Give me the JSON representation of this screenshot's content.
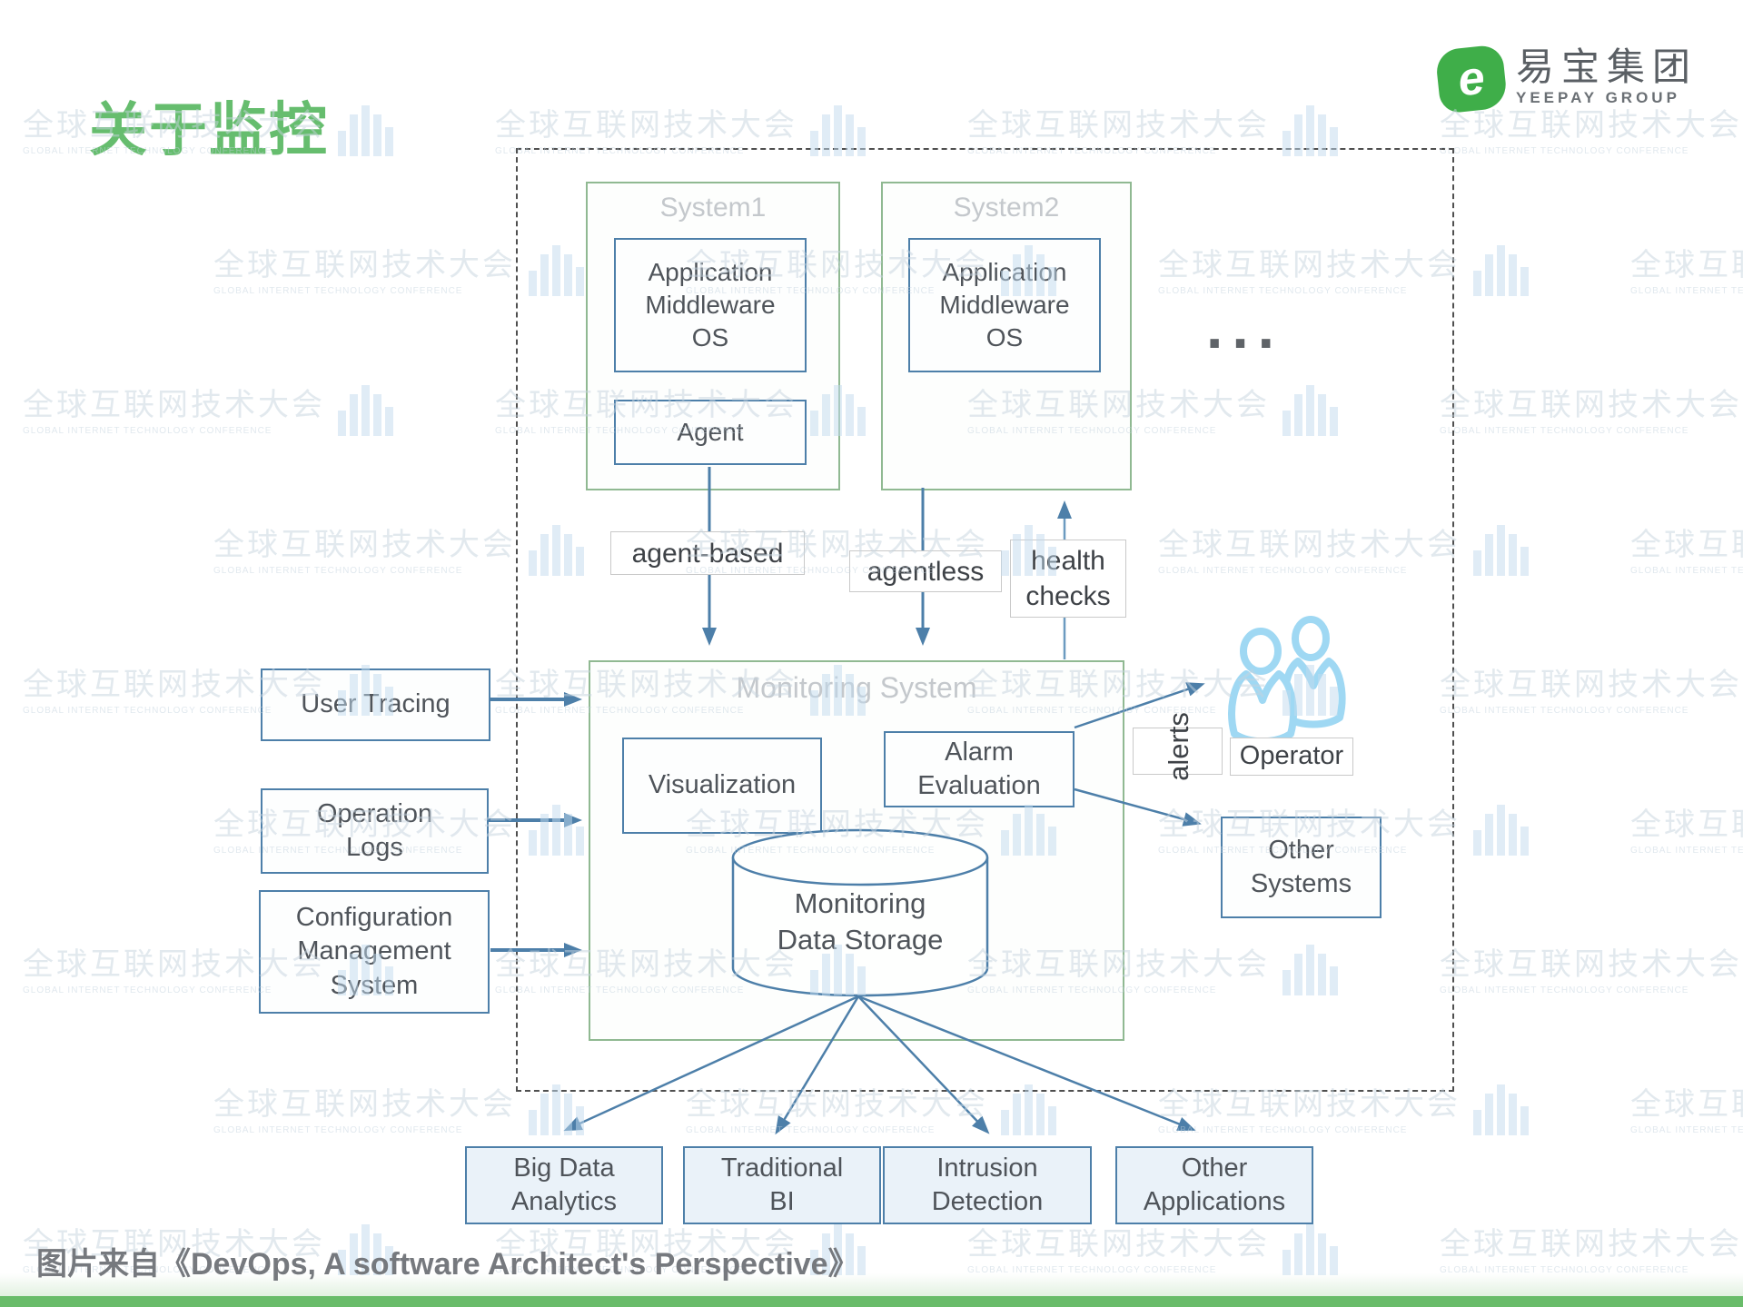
{
  "slide": {
    "title": "关于监控",
    "caption": "图片来自《DevOps, A software Architect's Perspective》",
    "accent_green": "#66BD6E",
    "bottom_bar_color": "#69BC6A"
  },
  "logo": {
    "mark": "e",
    "cn": "易宝集团",
    "en": "YEEPAY GROUP",
    "green": "#3FAE49"
  },
  "watermark": {
    "cn": "全球互联网技术大会",
    "en": "GLOBAL INTERNET TECHNOLOGY CONFERENCE"
  },
  "diagram": {
    "colors": {
      "line_blue": "#4D7FA9",
      "green_border": "#90B992",
      "icon_people_blue": "#9FD8F3",
      "header_gray": "#C4C8CC"
    },
    "system1": {
      "title": "System1",
      "stack": "Application\nMiddleware\nOS",
      "agent": "Agent"
    },
    "system2": {
      "title": "System2",
      "stack": "Application\nMiddleware\nOS"
    },
    "ellipsis": "...",
    "flow_labels": {
      "agent_based": "agent-based",
      "agentless": "agentless",
      "health_checks": "health\nchecks",
      "alerts": "alerts"
    },
    "monitoring": {
      "title": "Monitoring System",
      "visualization": "Visualization",
      "alarm_evaluation": "Alarm\nEvaluation",
      "storage": "Monitoring\nData Storage"
    },
    "inputs": [
      {
        "label": "User Tracing"
      },
      {
        "label": "Operation\nLogs"
      },
      {
        "label": "Configuration\nManagement\nSystem"
      }
    ],
    "right_outputs": {
      "operator": "Operator",
      "other_systems": "Other\nSystems"
    },
    "bottom_outputs": [
      {
        "label": "Big Data\nAnalytics"
      },
      {
        "label": "Traditional\nBI"
      },
      {
        "label": "Intrusion\nDetection"
      },
      {
        "label": "Other\nApplications"
      }
    ]
  }
}
